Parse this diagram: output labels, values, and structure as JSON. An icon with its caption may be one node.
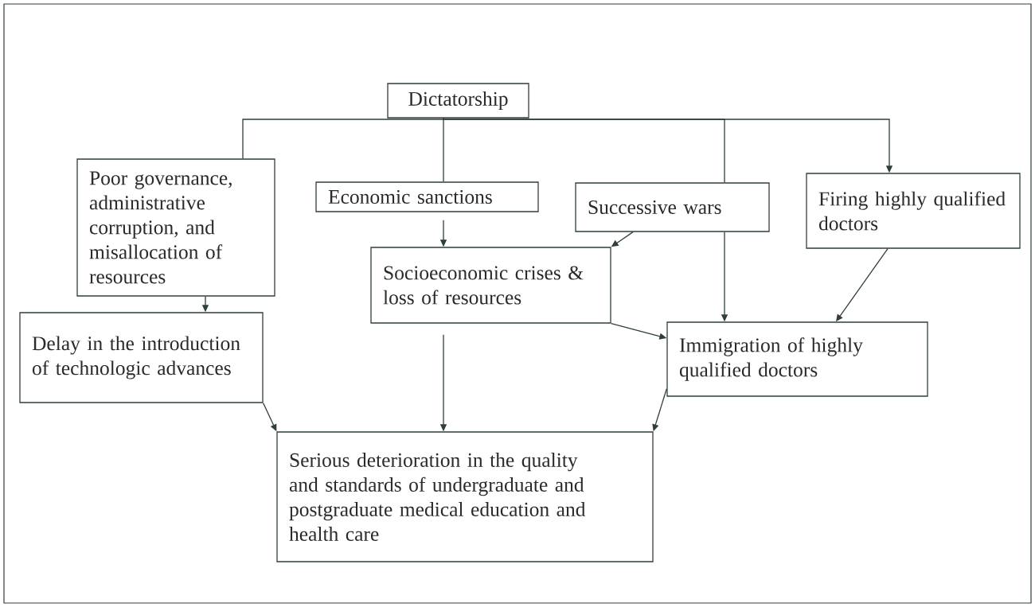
{
  "diagram": {
    "nodes": [
      {
        "text": [
          "Dictatorship"
        ]
      },
      {
        "text": [
          "Poor governance, administrative corruption, and misallocation of resources"
        ]
      },
      {
        "text": [
          "Economic sanctions"
        ]
      },
      {
        "text": [
          "Successive wars"
        ]
      },
      {
        "text": [
          "Firing highly qualified doctors"
        ]
      },
      {
        "text": [
          "Socioeconomic crises & loss of resources"
        ]
      },
      {
        "text": [
          "Delay in the introduction of technologic advances"
        ]
      },
      {
        "text": [
          "Immigration of highly qualified doctors"
        ]
      },
      {
        "text": [
          "Serious deterioration in the quality and standards of undergraduate and postgraduate medical education and health care"
        ]
      }
    ],
    "edges": [
      {
        "from": 0,
        "to": 1,
        "arrow": "none"
      },
      {
        "from": 0,
        "to": 2,
        "arrow": "none"
      },
      {
        "from": 0,
        "to": 3,
        "arrow": "none"
      },
      {
        "from": 0,
        "to": 4,
        "arrow": "to"
      },
      {
        "from": 2,
        "to": 5,
        "arrow": "to"
      },
      {
        "from": 3,
        "to": 5,
        "arrow": "to"
      },
      {
        "from": 3,
        "to": 7,
        "arrow": "to"
      },
      {
        "from": 4,
        "to": 7,
        "arrow": "to"
      },
      {
        "from": 1,
        "to": 6,
        "arrow": "to"
      },
      {
        "from": 5,
        "to": 7,
        "arrow": "to"
      },
      {
        "from": 5,
        "to": 8,
        "arrow": "to"
      },
      {
        "from": 6,
        "to": 8,
        "arrow": "to"
      },
      {
        "from": 7,
        "to": 8,
        "arrow": "to"
      }
    ]
  }
}
